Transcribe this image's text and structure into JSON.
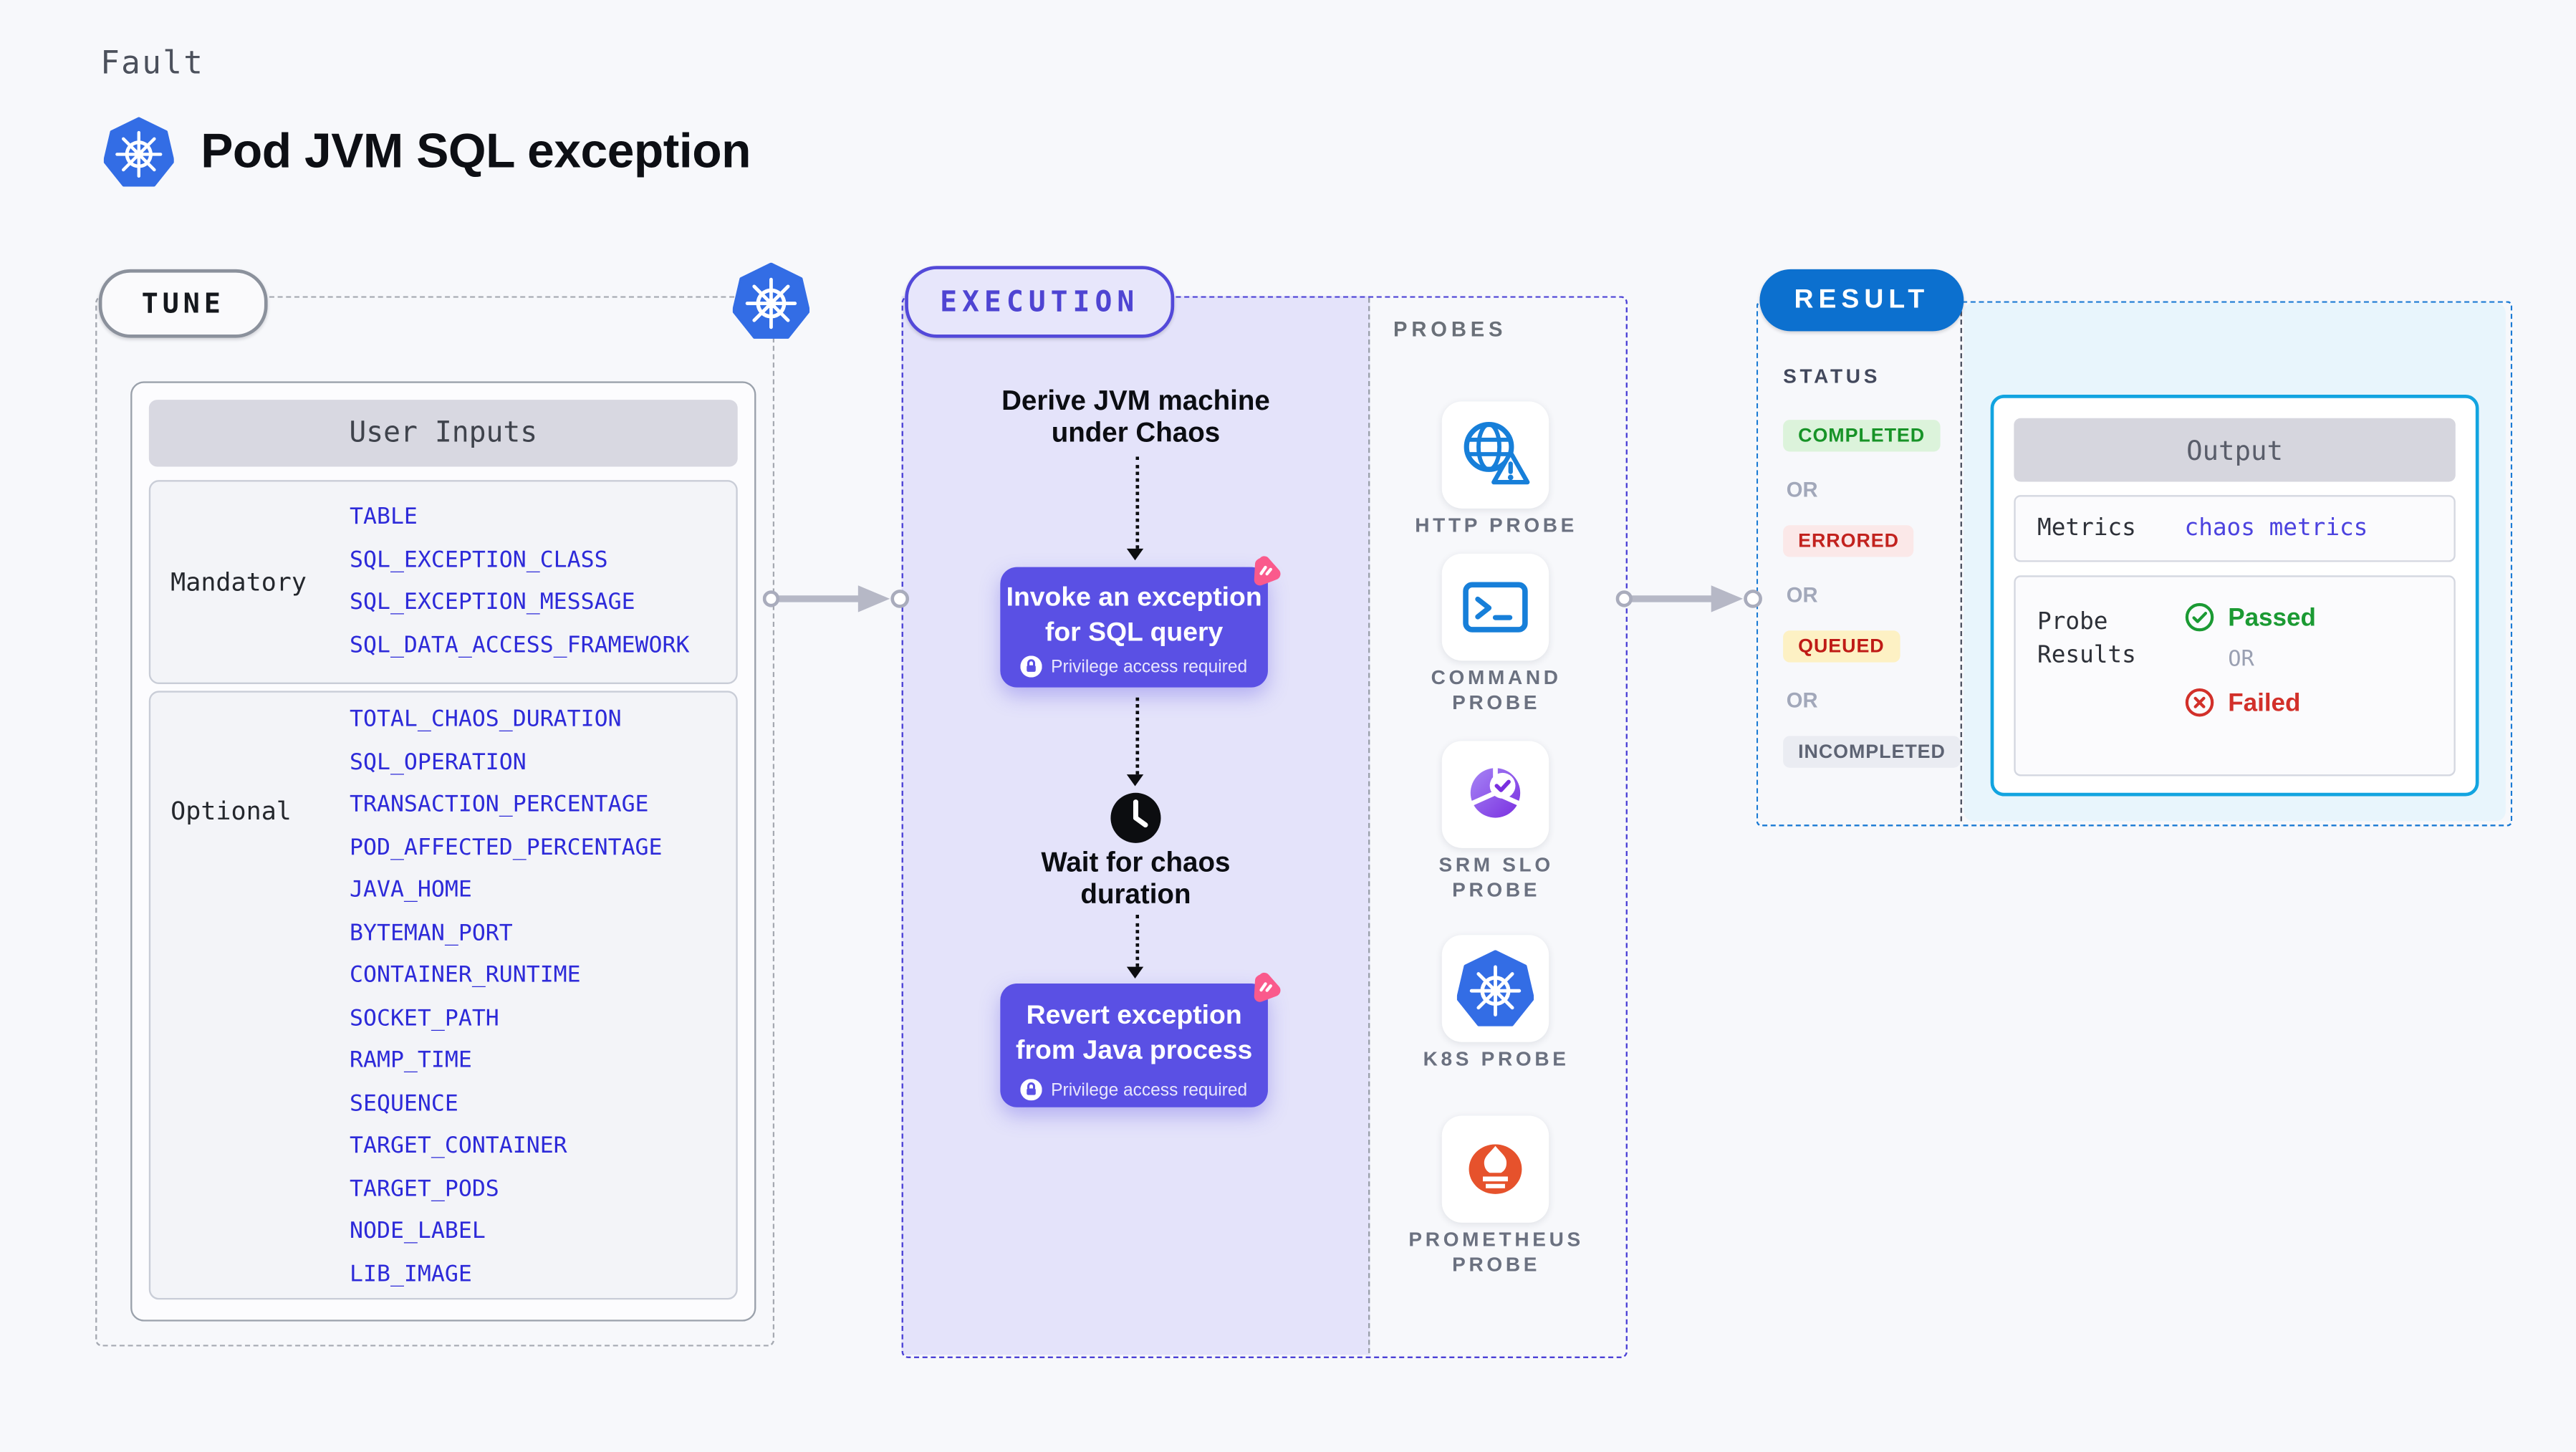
{
  "header": {
    "category": "Fault",
    "title": "Pod JVM SQL exception",
    "title_icon": "kubernetes-icon"
  },
  "tune": {
    "pill": "TUNE",
    "corner_icon": "kubernetes-icon",
    "user_inputs": {
      "header": "User Inputs",
      "mandatory": {
        "label": "Mandatory",
        "items": [
          "TABLE",
          "SQL_EXCEPTION_CLASS",
          "SQL_EXCEPTION_MESSAGE",
          "SQL_DATA_ACCESS_FRAMEWORK"
        ]
      },
      "optional": {
        "label": "Optional",
        "items": [
          "TOTAL_CHAOS_DURATION",
          "SQL_OPERATION",
          "TRANSACTION_PERCENTAGE",
          "POD_AFFECTED_PERCENTAGE",
          "JAVA_HOME",
          "BYTEMAN_PORT",
          "CONTAINER_RUNTIME",
          "SOCKET_PATH",
          "RAMP_TIME",
          "SEQUENCE",
          "TARGET_CONTAINER",
          "TARGET_PODS",
          "NODE_LABEL",
          "LIB_IMAGE"
        ]
      }
    }
  },
  "execution": {
    "pill": "EXECUTION",
    "derive_line1": "Derive JVM machine",
    "derive_line2": "under Chaos",
    "invoke_line1": "Invoke an exception",
    "invoke_line2": "for SQL query",
    "privilege_note": "Privilege access required",
    "wait_line1": "Wait for chaos",
    "wait_line2": "duration",
    "revert_line1": "Revert exception",
    "revert_line2": "from Java process"
  },
  "probes": {
    "heading": "PROBES",
    "items": [
      {
        "icon": "globe-warning-icon",
        "line1": "HTTP PROBE",
        "line2": ""
      },
      {
        "icon": "terminal-icon",
        "line1": "COMMAND",
        "line2": "PROBE"
      },
      {
        "icon": "slo-check-icon",
        "line1": "SRM SLO",
        "line2": "PROBE"
      },
      {
        "icon": "kubernetes-icon",
        "line1": "K8S PROBE",
        "line2": ""
      },
      {
        "icon": "prometheus-icon",
        "line1": "PROMETHEUS",
        "line2": "PROBE"
      }
    ]
  },
  "result": {
    "pill": "RESULT",
    "status_heading": "STATUS",
    "or": "OR",
    "statuses": [
      "COMPLETED",
      "ERRORED",
      "QUEUED",
      "INCOMPLETED"
    ],
    "output": {
      "header": "Output",
      "metrics_label": "Metrics",
      "metrics_value": "chaos metrics",
      "probe_results_line1": "Probe",
      "probe_results_line2": "Results",
      "passed": "Passed",
      "failed": "Failed"
    }
  },
  "colors": {
    "page_bg": "#f7f8fb",
    "accent_indigo": "#4b41d6",
    "execution_panel": "#e4e3fa",
    "step_box_purple": "#5a50e4",
    "input_var_blue": "#2d2ad9",
    "kubernetes_blue": "#336de5",
    "probe_icon_blue": "#177fd9",
    "slo_purple": "#7a2fe0",
    "prometheus_orange": "#e6522c",
    "litmus_pink": "#fa5a8c",
    "result_pill_blue": "#0c70cf",
    "result_border_blue": "#1a7ad4",
    "cyan_panel": "#e8f5fc",
    "output_border_cyan": "#12a4e0",
    "completed_fg": "#179327",
    "completed_bg": "#dcf3db",
    "errored_fg": "#c2221e",
    "errored_bg": "#fbe8e8",
    "queued_fg": "#bf1b16",
    "queued_bg": "#fdf1c4",
    "incompleted_fg": "#5d6373",
    "incompleted_bg": "#eaecf2",
    "passed_green": "#1b9a33",
    "failed_red": "#d2302a"
  }
}
